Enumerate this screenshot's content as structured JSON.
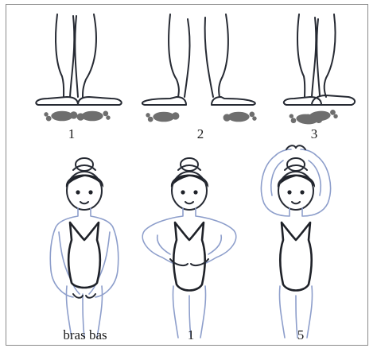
{
  "figure": {
    "feet_positions": [
      {
        "label": "1"
      },
      {
        "label": "2"
      },
      {
        "label": "3"
      }
    ],
    "arm_positions": [
      {
        "label": "bras bas"
      },
      {
        "label": "1"
      },
      {
        "label": "5"
      }
    ]
  },
  "colors": {
    "frame": "#8a8a8a",
    "ink": "#262a33",
    "outline_soft": "#8d9ecb",
    "footprint": "#6e6e6e"
  }
}
